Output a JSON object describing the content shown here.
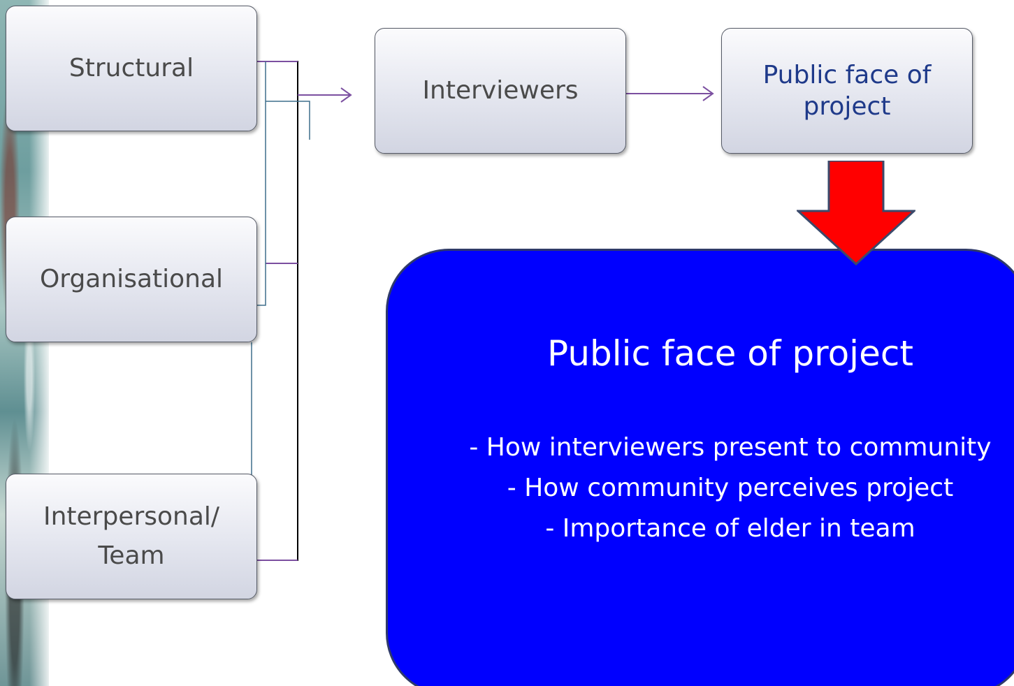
{
  "nodes": {
    "structural": "Structural",
    "organisational": "Organisational",
    "interpersonal_line1": "Interpersonal/",
    "interpersonal_line2": "Team",
    "interviewers": "Interviewers",
    "public_face_line1": "Public face of",
    "public_face_line2": "project"
  },
  "detail": {
    "title": "Public face of project",
    "items": [
      "- How interviewers present to community",
      "- How community perceives project",
      "- Importance of elder in team"
    ]
  },
  "colors": {
    "detail_background": "#0000ff",
    "down_arrow_fill": "#ff0000",
    "connector_purple": "#7b4fa0",
    "connector_teal": "#3f6f8c",
    "public_face_text": "#1f3a8a"
  }
}
